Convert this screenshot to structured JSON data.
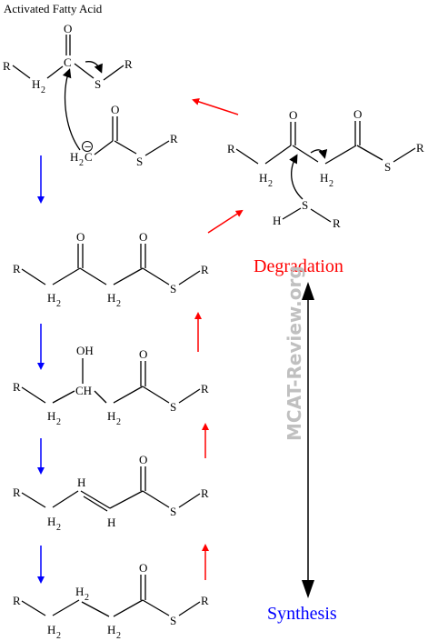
{
  "title": "Activated Fatty Acid",
  "degradation_label": "Degradation",
  "synthesis_label": "Synthesis",
  "watermark": "MCAT-Review.org",
  "colors": {
    "synthesis": "#0000ff",
    "degradation": "#ff0000",
    "watermark": "#c0c0c0",
    "bonds": "#000000"
  },
  "atoms": {
    "R": "R",
    "S": "S",
    "O": "O",
    "H": "H",
    "OH": "OH",
    "CH": "CH",
    "C": "C",
    "H2C": "H",
    "H2": "H",
    "H2sub": "2",
    "charge": "⊖"
  }
}
